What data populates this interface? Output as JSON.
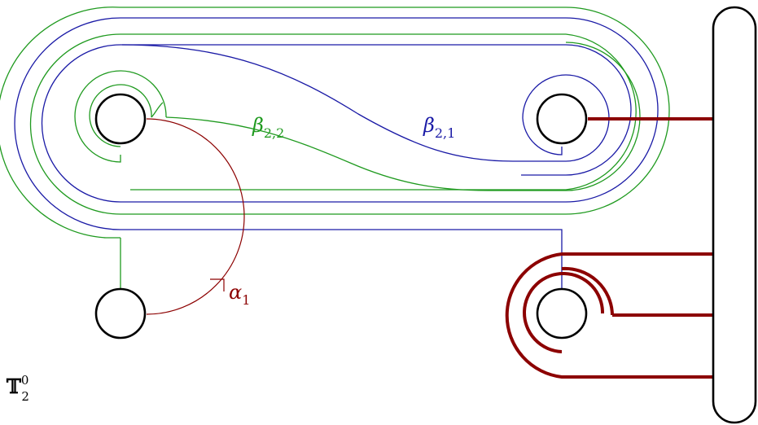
{
  "colors": {
    "blue": "#1a1aa6",
    "green": "#1f9a1f",
    "red": "#8c0000",
    "black": "#000000"
  },
  "labels": {
    "beta_22": {
      "base": "β",
      "sub": "2,2"
    },
    "beta_21": {
      "base": "β",
      "sub": "2,1"
    },
    "alpha_1": {
      "base": "α",
      "sub": "1"
    },
    "torus": {
      "base": "𝕋",
      "sub": "2",
      "sup": "0"
    }
  }
}
